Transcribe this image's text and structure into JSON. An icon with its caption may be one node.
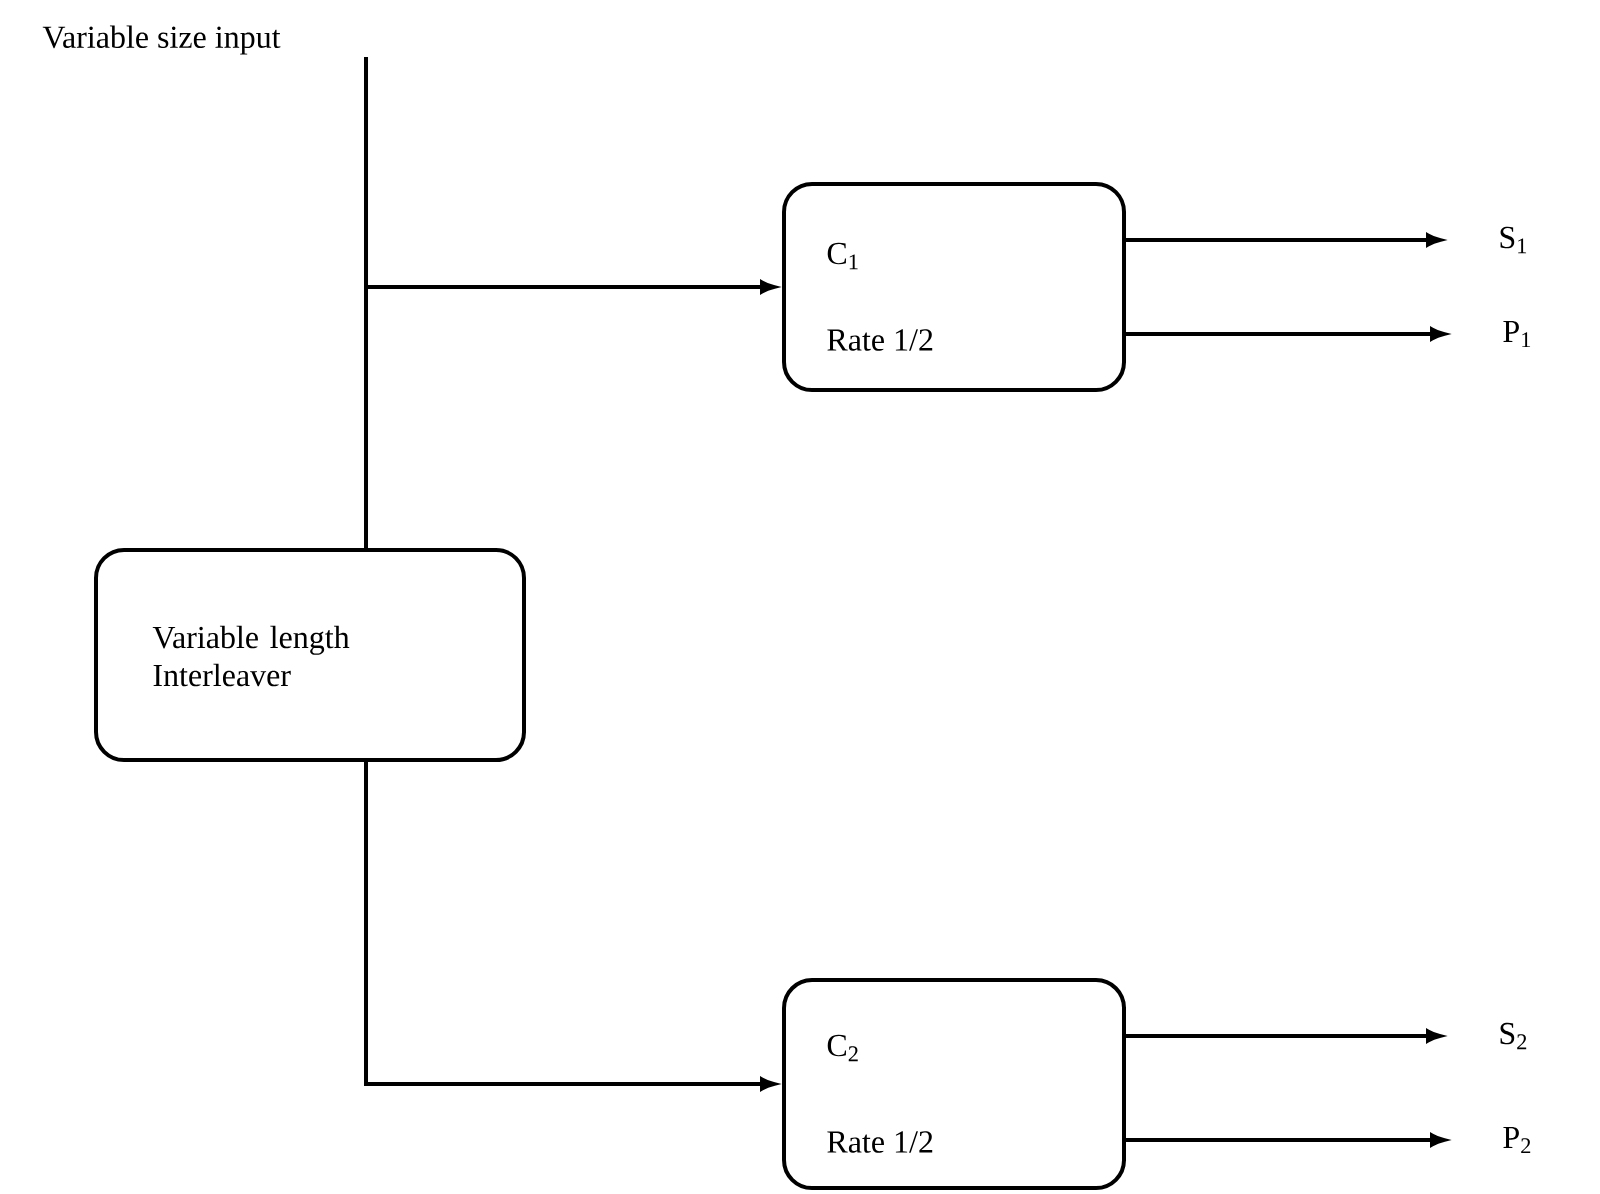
{
  "diagram": {
    "nodes": [
      {
        "text": [
          "Variable size input"
        ]
      },
      {
        "text": [
          "C$_{1}$",
          "Rate 1/2"
        ]
      },
      {
        "text": [
          "Variable length Interleaver"
        ]
      },
      {
        "text": [
          "C$_{2}$",
          "Rate 1/2"
        ]
      },
      {
        "text": [
          "S$_{1}$"
        ]
      },
      {
        "text": [
          "P$_{1}$"
        ]
      },
      {
        "text": [
          "S$_{2}$"
        ]
      },
      {
        "text": [
          "P$_{2}$"
        ]
      }
    ],
    "edges": [
      {
        "from": 0,
        "to": 2,
        "arrow": "none"
      },
      {
        "from": 0,
        "to": 1,
        "arrow": "to"
      },
      {
        "from": 2,
        "to": 3,
        "arrow": "to"
      },
      {
        "from": 1,
        "to": 4,
        "arrow": "to"
      },
      {
        "from": 1,
        "to": 5,
        "arrow": "to"
      },
      {
        "from": 3,
        "to": 6,
        "arrow": "to"
      },
      {
        "from": 3,
        "to": 7,
        "arrow": "to"
      }
    ]
  }
}
